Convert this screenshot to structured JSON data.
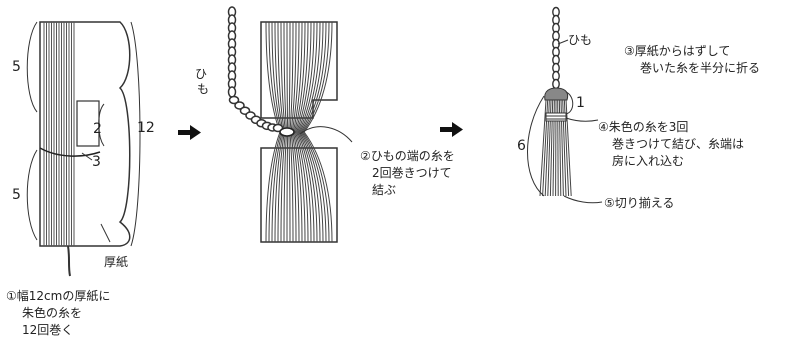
{
  "step1": {
    "dims": {
      "top": "5",
      "mid": "2",
      "tie": "3",
      "bottom": "5",
      "height": "12"
    },
    "cardboard_label": "厚紙",
    "caption": [
      "①幅12cmの厚紙に",
      "朱色の糸を",
      "12回巻く"
    ]
  },
  "step2": {
    "cord_label": [
      "ひ",
      "も"
    ],
    "caption": [
      "②ひもの端の糸を",
      "2回巻きつけて",
      "結ぶ"
    ]
  },
  "step3": {
    "cord_label": "ひも",
    "dims": {
      "head": "1",
      "length": "6"
    },
    "note3": [
      "③厚紙からはずして",
      "巻いた糸を半分に折る"
    ],
    "note4": [
      "④朱色の糸を3回",
      "巻きつけて結び、糸端は",
      "房に入れ込む"
    ],
    "note5": "⑤切り揃える"
  }
}
